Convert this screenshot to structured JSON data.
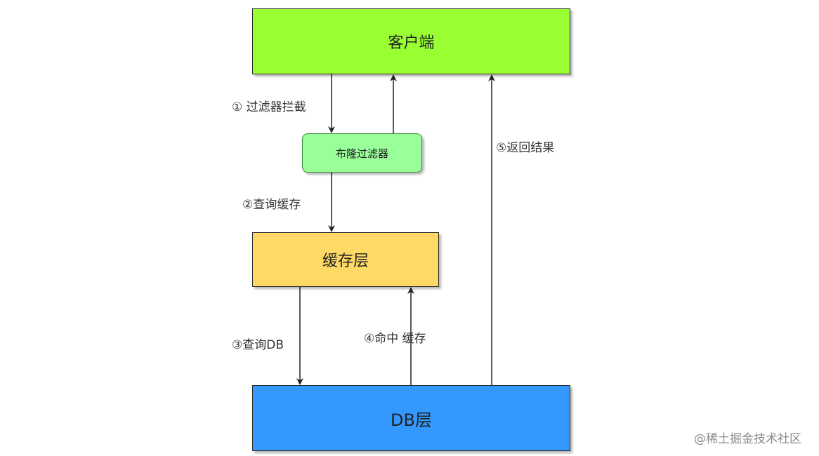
{
  "nodes": {
    "client": "客户端",
    "bloom_filter": "布隆过滤器",
    "cache_layer": "缓存层",
    "db_layer": "DB层"
  },
  "edges": {
    "step1": "① 过滤器拦截",
    "step2": "②查询缓存",
    "step3": "③查询DB",
    "step4": "④命中 缓存",
    "step5": "⑤返回结果"
  },
  "watermark": "@稀土掘金技术社区",
  "colors": {
    "client": "#99ff33",
    "bloom_filter": "#99ff99",
    "cache_layer": "#ffd966",
    "db_layer": "#3399ff",
    "arrow": "#222222"
  }
}
